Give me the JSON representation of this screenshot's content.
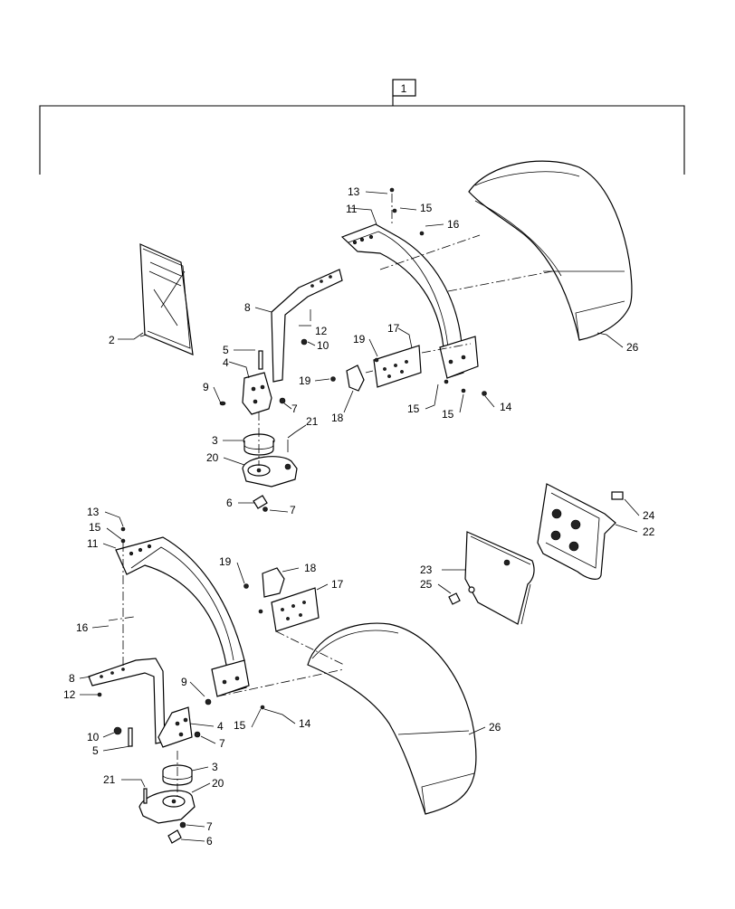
{
  "assembly": {
    "label": "1"
  },
  "callouts": [
    {
      "id": "c-13-top",
      "text": "13"
    },
    {
      "id": "c-15-top",
      "text": "15"
    },
    {
      "id": "c-16-top",
      "text": "16"
    },
    {
      "id": "c-11-top",
      "text": "11"
    },
    {
      "id": "c-2",
      "text": "2"
    },
    {
      "id": "c-8-top",
      "text": "8"
    },
    {
      "id": "c-12-top",
      "text": "12"
    },
    {
      "id": "c-5-top",
      "text": "5"
    },
    {
      "id": "c-10-top",
      "text": "10"
    },
    {
      "id": "c-4-top",
      "text": "4"
    },
    {
      "id": "c-9-top",
      "text": "9"
    },
    {
      "id": "c-7-top-a",
      "text": "7"
    },
    {
      "id": "c-21-top",
      "text": "21"
    },
    {
      "id": "c-3-top",
      "text": "3"
    },
    {
      "id": "c-20-top",
      "text": "20"
    },
    {
      "id": "c-6-top",
      "text": "6"
    },
    {
      "id": "c-7-top-b",
      "text": "7"
    },
    {
      "id": "c-19-top-a",
      "text": "19"
    },
    {
      "id": "c-17-top",
      "text": "17"
    },
    {
      "id": "c-19-top-b",
      "text": "19"
    },
    {
      "id": "c-18-top",
      "text": "18"
    },
    {
      "id": "c-15-mid-a",
      "text": "15"
    },
    {
      "id": "c-15-mid-b",
      "text": "15"
    },
    {
      "id": "c-14-top",
      "text": "14"
    },
    {
      "id": "c-26-top",
      "text": "26"
    },
    {
      "id": "c-24",
      "text": "24"
    },
    {
      "id": "c-22",
      "text": "22"
    },
    {
      "id": "c-23",
      "text": "23"
    },
    {
      "id": "c-25",
      "text": "25"
    },
    {
      "id": "c-13-bot",
      "text": "13"
    },
    {
      "id": "c-15-bot-a",
      "text": "15"
    },
    {
      "id": "c-11-bot",
      "text": "11"
    },
    {
      "id": "c-19-bot",
      "text": "19"
    },
    {
      "id": "c-18-bot",
      "text": "18"
    },
    {
      "id": "c-17-bot",
      "text": "17"
    },
    {
      "id": "c-16-bot",
      "text": "16"
    },
    {
      "id": "c-8-bot",
      "text": "8"
    },
    {
      "id": "c-12-bot",
      "text": "12"
    },
    {
      "id": "c-9-bot",
      "text": "9"
    },
    {
      "id": "c-15-bot-b",
      "text": "15"
    },
    {
      "id": "c-14-bot",
      "text": "14"
    },
    {
      "id": "c-10-bot",
      "text": "10"
    },
    {
      "id": "c-4-bot",
      "text": "4"
    },
    {
      "id": "c-5-bot",
      "text": "5"
    },
    {
      "id": "c-7-bot-a",
      "text": "7"
    },
    {
      "id": "c-3-bot",
      "text": "3"
    },
    {
      "id": "c-21-bot",
      "text": "21"
    },
    {
      "id": "c-20-bot",
      "text": "20"
    },
    {
      "id": "c-7-bot-b",
      "text": "7"
    },
    {
      "id": "c-6-bot",
      "text": "6"
    },
    {
      "id": "c-26-bot",
      "text": "26"
    }
  ]
}
